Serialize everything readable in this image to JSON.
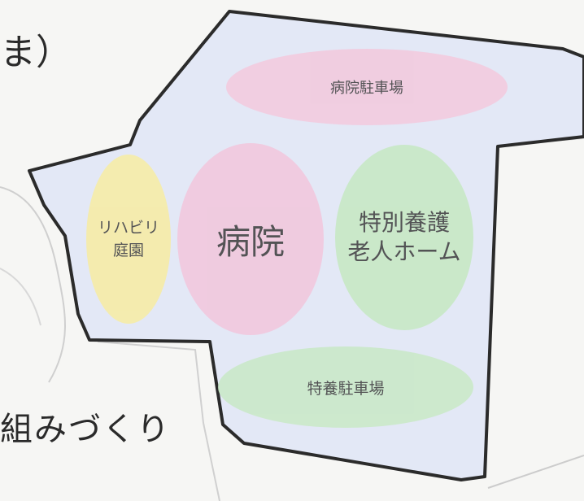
{
  "page_fragments": {
    "top_left": "ま）",
    "bottom_left": "組みづくり"
  },
  "zones": {
    "hospital_parking": {
      "label": "病院駐車場",
      "color": "#f3c9dd"
    },
    "rehab_garden": {
      "label": "リハビリ\n庭園",
      "color": "#f7eca2"
    },
    "hospital": {
      "label": "病院",
      "color": "#f2c6dc"
    },
    "nursing_home": {
      "label": "特別養護\n老人ホーム",
      "color": "#c6e8c2"
    },
    "nursing_parking": {
      "label": "特養駐車場",
      "color": "#c9e9c6"
    }
  },
  "site": {
    "fill": "#e3e8f6",
    "border": "#2b2b2b"
  }
}
